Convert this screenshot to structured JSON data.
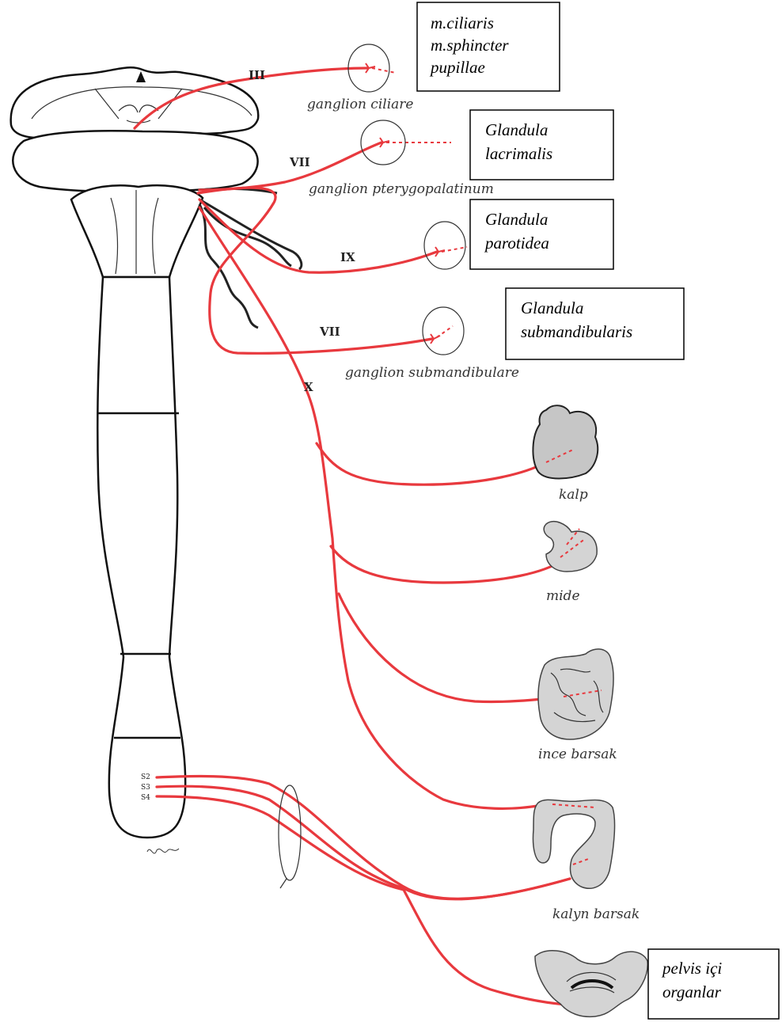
{
  "colors": {
    "nerve": "#e8393e",
    "outline": "#111111",
    "organ_fill": "#d4d4d4",
    "text": "#333333"
  },
  "nerves": {
    "iii": "III",
    "vii_upper": "VII",
    "ix": "IX",
    "vii_lower": "VII",
    "x": "X"
  },
  "ganglia": {
    "ciliare": "ganglion ciliare",
    "pterygopalatinum": "ganglion pterygopalatinum",
    "submandibulare": "ganglion submandibulare"
  },
  "organs": {
    "kalp": "kalp",
    "mide": "mide",
    "ince_barsak": "ince barsak",
    "kalin_barsak": "kalyn barsak"
  },
  "segments": [
    "S2",
    "S3",
    "S4"
  ],
  "boxes": {
    "ciliaris": [
      "m.ciliaris",
      "m.sphincter",
      "pupillae"
    ],
    "lacrimalis": [
      "Glandula",
      "lacrimalis"
    ],
    "parotidea": [
      "Glandula",
      "parotidea"
    ],
    "submandibularis": [
      "Glandula",
      "submandibularis"
    ],
    "pelvis": [
      "pelvis içi",
      "organlar"
    ]
  }
}
